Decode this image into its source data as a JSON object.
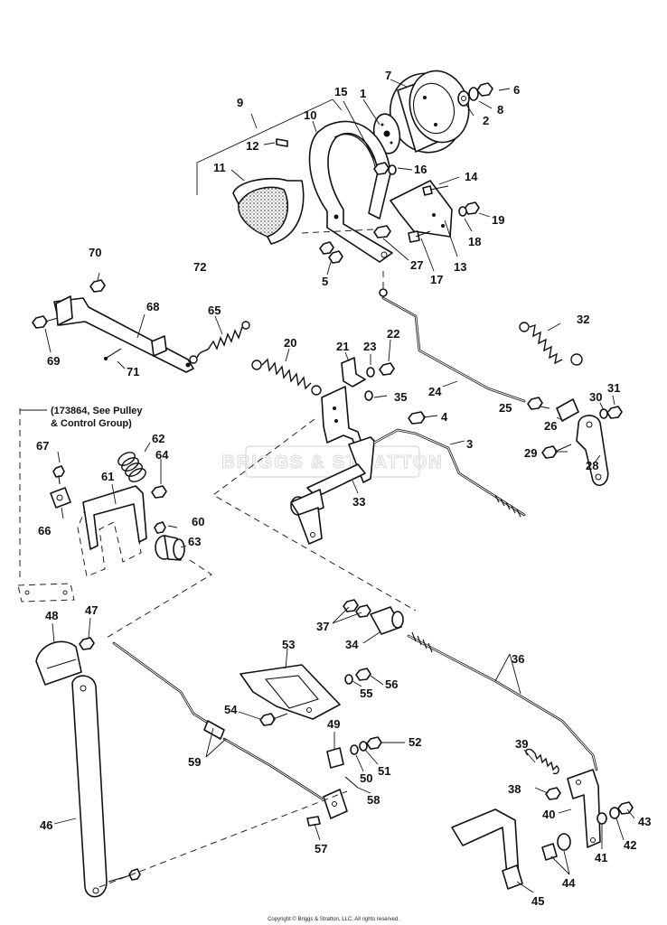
{
  "diagram": {
    "watermark": "BRIGGS & STRATTON",
    "note": [
      "(173864, See Pulley",
      "& Control Group)"
    ],
    "copyright": "Copyright © Briggs & Stratton, LLC. All rights reserved.",
    "callouts": {
      "c1": "1",
      "c2": "2",
      "c3": "3",
      "c4": "4",
      "c5": "5",
      "c6": "6",
      "c7": "7",
      "c8": "8",
      "c9": "9",
      "c10": "10",
      "c11": "11",
      "c12": "12",
      "c13": "13",
      "c14": "14",
      "c15": "15",
      "c16": "16",
      "c17": "17",
      "c18": "18",
      "c19": "19",
      "c20": "20",
      "c21": "21",
      "c22": "22",
      "c23": "23",
      "c24": "24",
      "c25": "25",
      "c26": "26",
      "c27": "27",
      "c28": "28",
      "c29": "29",
      "c30": "30",
      "c31": "31",
      "c32": "32",
      "c33": "33",
      "c34": "34",
      "c35": "35",
      "c36": "36",
      "c37": "37",
      "c38": "38",
      "c39": "39",
      "c40": "40",
      "c41": "41",
      "c42": "42",
      "c43": "43",
      "c44": "44",
      "c45": "45",
      "c46": "46",
      "c47": "47",
      "c48": "48",
      "c49": "49",
      "c50": "50",
      "c51": "51",
      "c52": "52",
      "c53": "53",
      "c54": "54",
      "c55": "55",
      "c56": "56",
      "c57": "57",
      "c58": "58",
      "c59": "59",
      "c60": "60",
      "c61": "61",
      "c62": "62",
      "c63": "63",
      "c64": "64",
      "c65": "65",
      "c66": "66",
      "c67": "67",
      "c68": "68",
      "c69": "69",
      "c70": "70",
      "c71": "71",
      "c72": "72"
    }
  }
}
